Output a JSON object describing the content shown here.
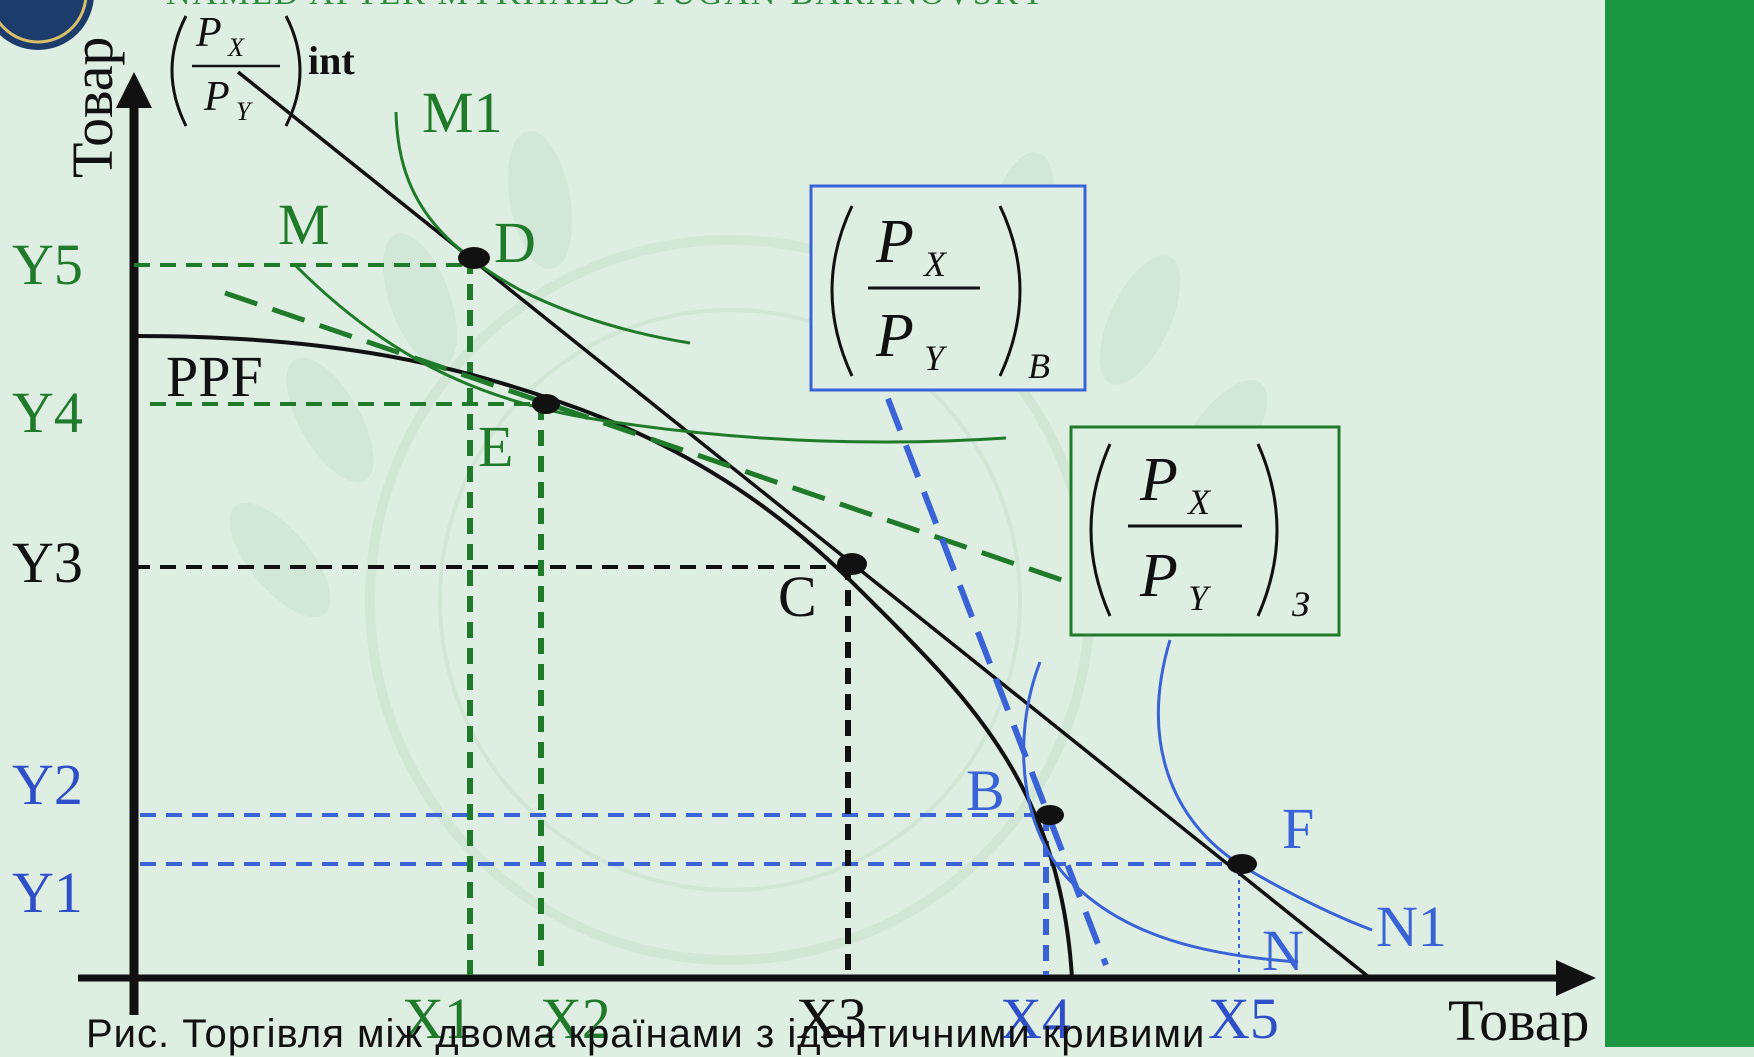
{
  "header": {
    "banner_text": "NAMED AFTER MYKHAILO TUGAN-BARANOVSKY"
  },
  "axes": {
    "y_label": "Товар",
    "x_label": "Товар X"
  },
  "curves": {
    "ppf": "PPF",
    "m": "M",
    "m1": "M1",
    "n": "N",
    "n1": "N1"
  },
  "points": {
    "d": "D",
    "e": "E",
    "c": "C",
    "b": "B",
    "f": "F"
  },
  "y_ticks": [
    "Y5",
    "Y4",
    "Y3",
    "Y2",
    "Y1"
  ],
  "x_ticks": [
    "X1",
    "X2",
    "X3",
    "X4",
    "X5"
  ],
  "price_ratios": {
    "int": {
      "num": "P",
      "num_sub": "X",
      "den": "P",
      "den_sub": "Y",
      "suffix": "int"
    },
    "b": {
      "num": "P",
      "num_sub": "X",
      "den": "P",
      "den_sub": "Y",
      "suffix": "B"
    },
    "z": {
      "num": "P",
      "num_sub": "X",
      "den": "P",
      "den_sub": "Y",
      "suffix": "З"
    }
  },
  "caption": "Рис. Торгівля між двома країнами з ідентичними кривими",
  "colors": {
    "green": "#1f7a2a",
    "blue": "#3a63d8",
    "black": "#111111",
    "sidebar": "#1b9643",
    "background": "#deeee2"
  }
}
